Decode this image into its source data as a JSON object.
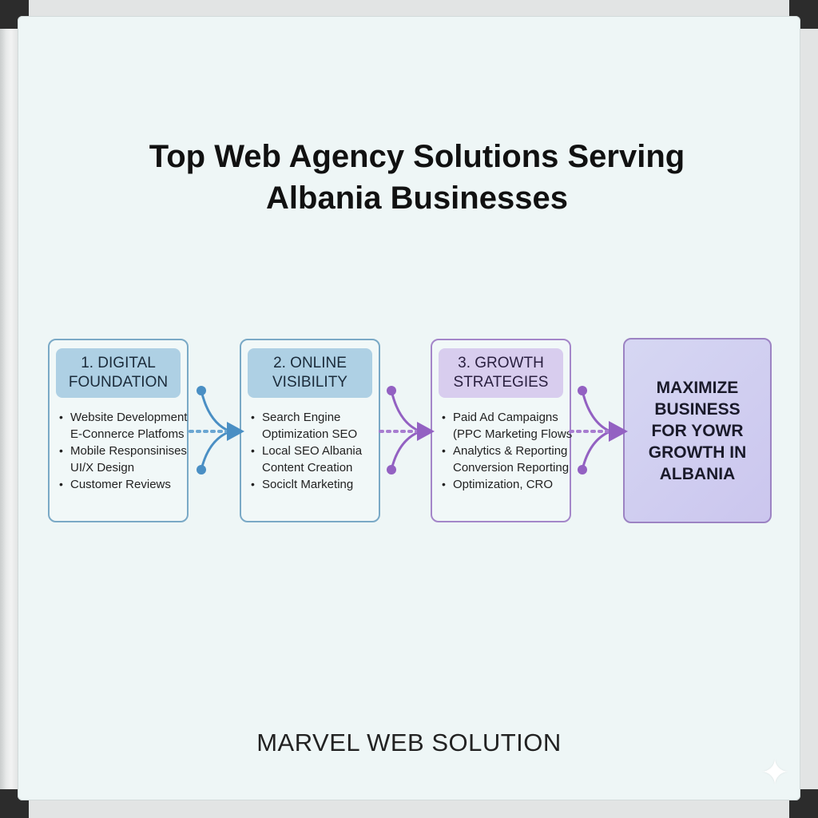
{
  "title": {
    "line1": "Top Web Agency Solutions Serving",
    "line2": "Albania Businesses"
  },
  "steps": [
    {
      "heading": [
        "1. DIGITAL",
        "FOUNDATION"
      ],
      "items": [
        {
          "text": "Website Development",
          "bullet": true
        },
        {
          "text": "E-Connerce Platfoms",
          "bullet": false
        },
        {
          "text": "Mobile Responsinises",
          "bullet": true
        },
        {
          "text": "UI/X Design",
          "bullet": false
        },
        {
          "text": "Customer Reviews",
          "bullet": true
        }
      ]
    },
    {
      "heading": [
        "2. ONLINE",
        "VISIBILITY"
      ],
      "items": [
        {
          "text": "Search Engine",
          "bullet": true
        },
        {
          "text": "Optimization SEO",
          "bullet": false
        },
        {
          "text": "Local SEO Albania",
          "bullet": true
        },
        {
          "text": "Content Creation",
          "bullet": false
        },
        {
          "text": "Sociclt Marketing",
          "bullet": true
        }
      ]
    },
    {
      "heading": [
        "3. GROWTH",
        "STRATEGIES"
      ],
      "items": [
        {
          "text": "Paid Ad Campaigns",
          "bullet": true
        },
        {
          "text": "(PPC Marketing Flows",
          "bullet": false
        },
        {
          "text": "Analytics & Reporting",
          "bullet": true
        },
        {
          "text": "Conversion Reporting",
          "bullet": false
        },
        {
          "text": "Optimization, CRO",
          "bullet": true
        }
      ]
    }
  ],
  "outcome": [
    "MAXIMIZE",
    "BUSINESS",
    "FOR YOWR",
    "GROWTH IN",
    "ALBANIA"
  ],
  "footer": "MARVEL WEB SOLUTION",
  "colors": {
    "blue_border": "#7aa9c6",
    "blue_pill": "#aed0e4",
    "blue_connector": "#4a8fc4",
    "purple_border": "#a486c9",
    "purple_pill": "#d8cdee",
    "purple_connector": "#9361c2",
    "outcome_fill": "#cbc6ee",
    "board_background": "#eef6f6"
  },
  "icons": [
    "sparkle-icon"
  ]
}
